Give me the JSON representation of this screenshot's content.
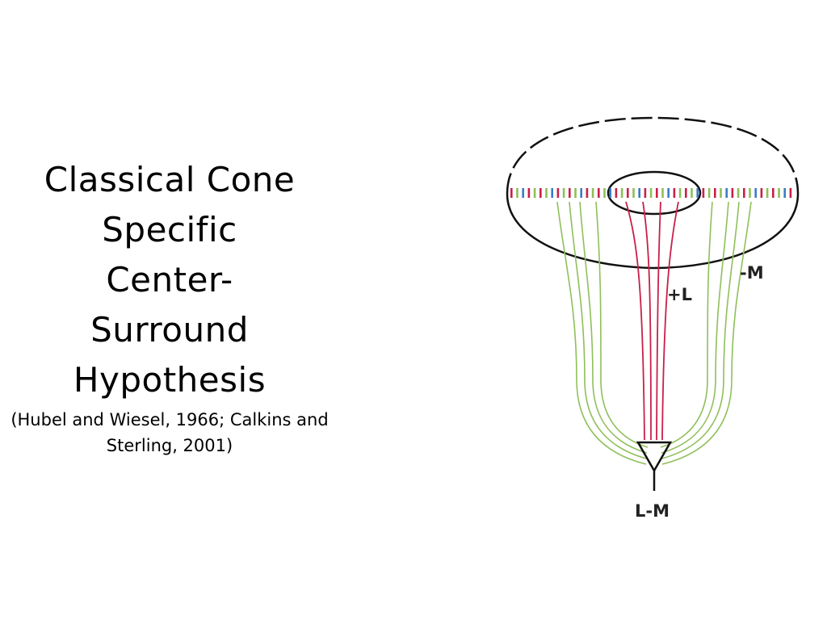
{
  "title": {
    "lines": [
      "Classical Cone",
      "Specific",
      "Center-",
      "Surround",
      "Hypothesis"
    ],
    "citation": "(Hubel and Wiesel, 1966; Calkins and Sterling, 2001)"
  },
  "diagram": {
    "labels": {
      "plus_l": "+L",
      "minus_m": "-M",
      "output": "L-M"
    },
    "colors": {
      "center_pathway": "#c8204a",
      "surround_pathway": "#8fbf5a",
      "outline": "#111111",
      "cone_blue": "#3a7cc8"
    }
  }
}
